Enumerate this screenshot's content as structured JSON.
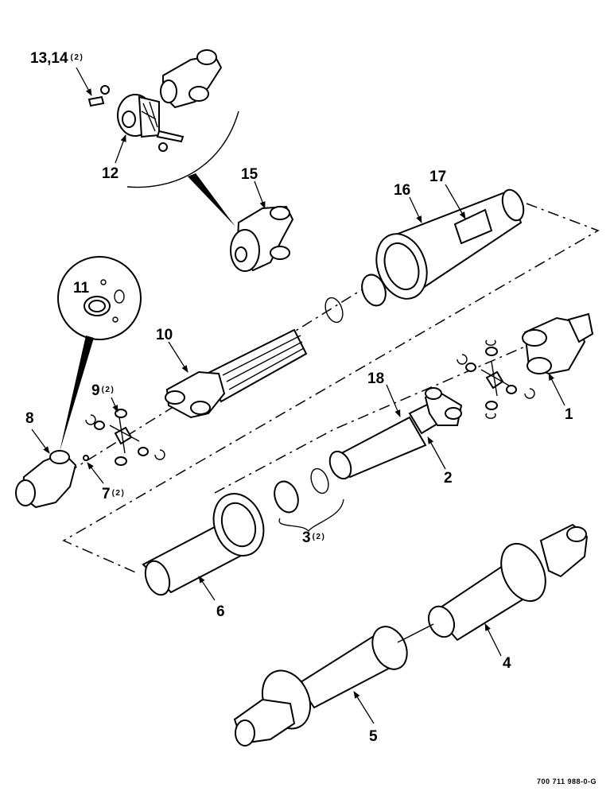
{
  "diagram": {
    "drawing_number": "700 711 988-0-G",
    "callouts": [
      {
        "id": "c13-14",
        "label": "13,14",
        "qty": "(2)"
      },
      {
        "id": "c12",
        "label": "12",
        "qty": ""
      },
      {
        "id": "c15",
        "label": "15",
        "qty": ""
      },
      {
        "id": "c16",
        "label": "16",
        "qty": ""
      },
      {
        "id": "c17",
        "label": "17",
        "qty": ""
      },
      {
        "id": "c11",
        "label": "11",
        "qty": ""
      },
      {
        "id": "c10",
        "label": "10",
        "qty": ""
      },
      {
        "id": "c18",
        "label": "18",
        "qty": ""
      },
      {
        "id": "c9",
        "label": "9",
        "qty": "(2)"
      },
      {
        "id": "c8",
        "label": "8",
        "qty": ""
      },
      {
        "id": "c1",
        "label": "1",
        "qty": ""
      },
      {
        "id": "c2",
        "label": "2",
        "qty": ""
      },
      {
        "id": "c7",
        "label": "7",
        "qty": "(2)"
      },
      {
        "id": "c3",
        "label": "3",
        "qty": "(2)"
      },
      {
        "id": "c6",
        "label": "6",
        "qty": ""
      },
      {
        "id": "c4",
        "label": "4",
        "qty": ""
      },
      {
        "id": "c5",
        "label": "5",
        "qty": ""
      }
    ]
  }
}
